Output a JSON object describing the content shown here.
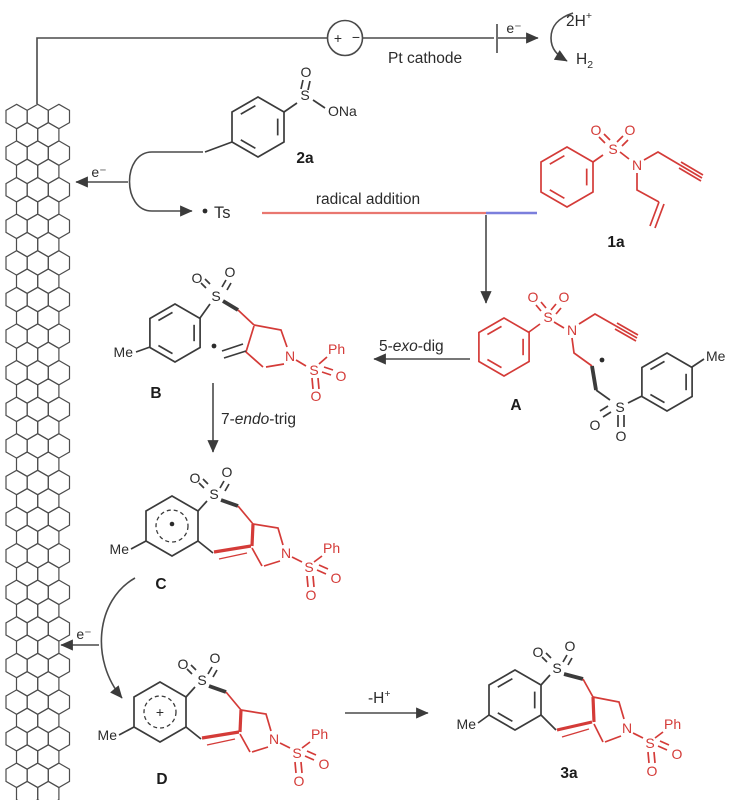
{
  "circuit": {
    "battery_plus": "+",
    "battery_minus": "−",
    "cathode_label": "Pt cathode",
    "electron": "e⁻",
    "h_plus_base": "2H",
    "h_plus_sup": "+",
    "h2_base": "H",
    "h2_sub": "2"
  },
  "anode": {
    "electron_top": "e⁻",
    "electron_bottom": "e⁻"
  },
  "atoms": {
    "o": "O",
    "s": "S",
    "n": "N"
  },
  "groups": {
    "ona": "ONa",
    "me": "Me",
    "ph": "Ph",
    "ts": "Ts"
  },
  "compounds": {
    "c2a": "2a",
    "c1a": "1a",
    "a": "A",
    "b": "B",
    "c": "C",
    "d": "D",
    "c3a": "3a"
  },
  "steps": {
    "radical_addition": "radical addition",
    "exo_pre": "5-",
    "exo_it": "exo",
    "exo_post": "-dig",
    "endo_pre": "7-",
    "endo_it": "endo",
    "endo_post": "-trig",
    "deprotonation_base": "-H",
    "deprotonation_sup": "+"
  },
  "charges": {
    "cation_plus": "+"
  },
  "colors": {
    "structure_red": "#d43b38",
    "arrow_red": "#e97770",
    "arrow_blue": "#7b7fdc",
    "ink": "#3b3b3b"
  }
}
